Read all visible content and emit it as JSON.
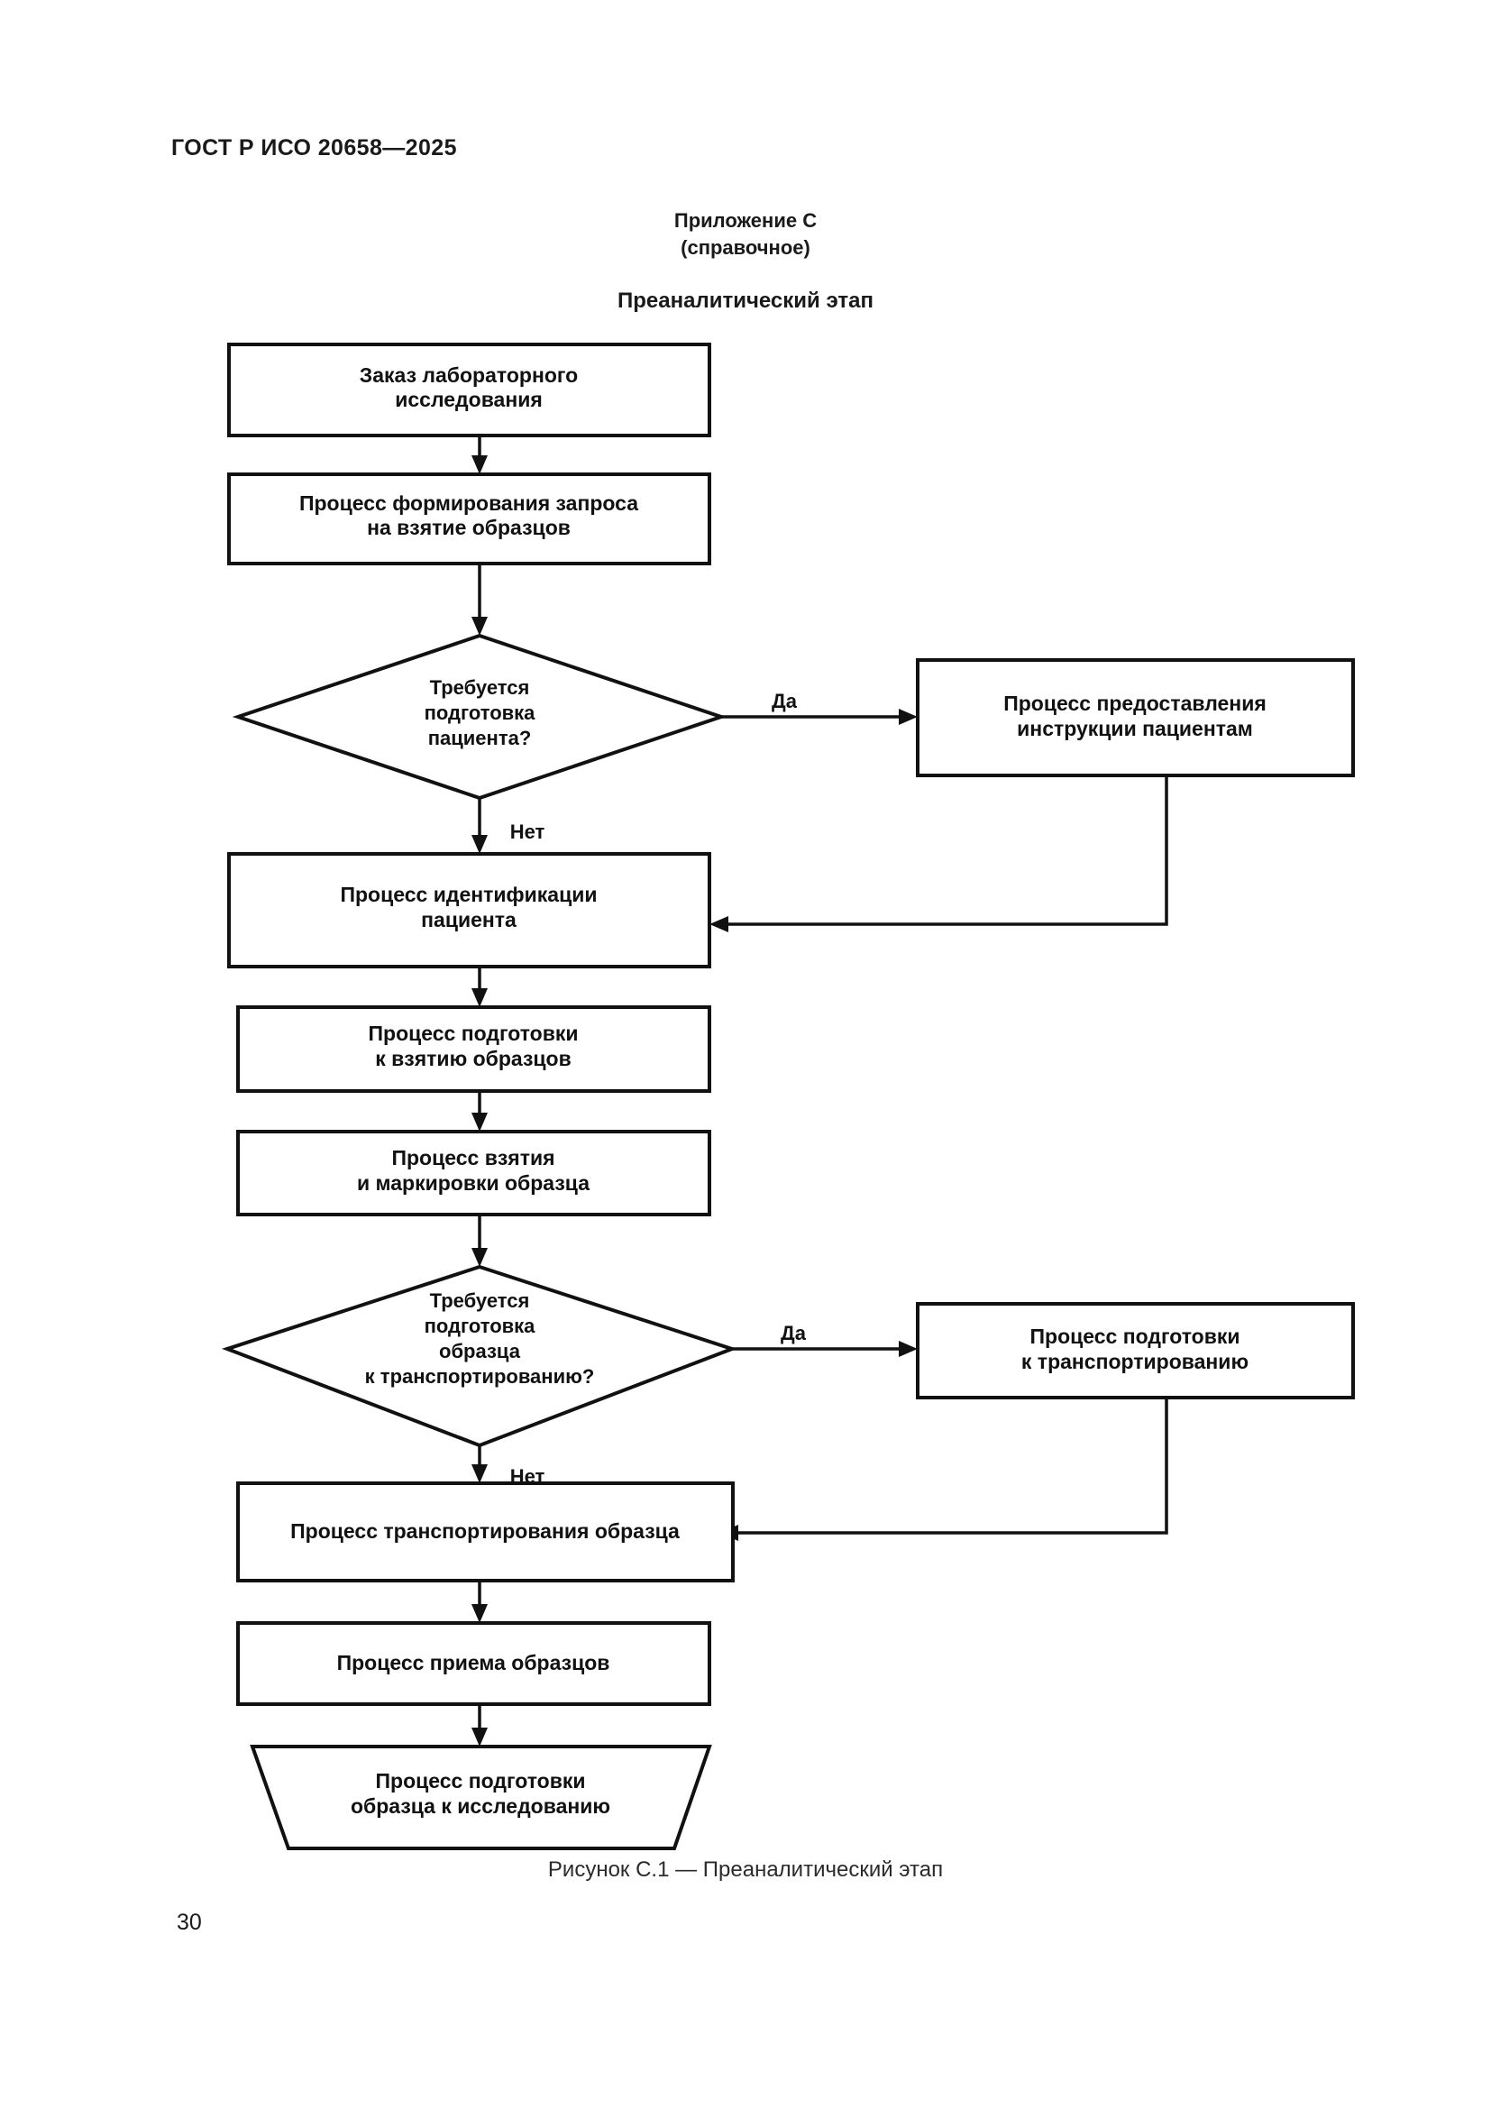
{
  "document": {
    "header": "ГОСТ Р ИСО 20658—2025",
    "page_number": "30"
  },
  "annex": {
    "title": "Приложение С",
    "subtitle": "(справочное)",
    "stage_title": "Преаналитический этап"
  },
  "figure": {
    "caption": "Рисунок С.1 — Преаналитический этап"
  },
  "flowchart": {
    "type": "flowchart",
    "orientation": "top-to-bottom",
    "nodes": [
      {
        "id": "n1",
        "shape": "rectangle",
        "lines": [
          "Заказ лабораторного",
          "исследования"
        ]
      },
      {
        "id": "n2",
        "shape": "rectangle",
        "lines": [
          "Процесс формирования запроса",
          "на взятие образцов"
        ]
      },
      {
        "id": "d1",
        "shape": "diamond",
        "lines": [
          "Требуется",
          "подготовка",
          "пациента?"
        ]
      },
      {
        "id": "n3",
        "shape": "rectangle",
        "lines": [
          "Процесс предоставления",
          "инструкции пациентам"
        ]
      },
      {
        "id": "n4",
        "shape": "rectangle",
        "lines": [
          "Процесс идентификации",
          "пациента"
        ]
      },
      {
        "id": "n5",
        "shape": "rectangle",
        "lines": [
          "Процесс подготовки",
          "к взятию образцов"
        ]
      },
      {
        "id": "n6",
        "shape": "rectangle",
        "lines": [
          "Процесс взятия",
          "и маркировки образца"
        ]
      },
      {
        "id": "d2",
        "shape": "diamond",
        "lines": [
          "Требуется",
          "подготовка",
          "образца",
          "к транспортированию?"
        ]
      },
      {
        "id": "n7",
        "shape": "rectangle",
        "lines": [
          "Процесс подготовки",
          "к транспортированию"
        ]
      },
      {
        "id": "n8",
        "shape": "rectangle",
        "lines": [
          "Процесс транспортирования образца"
        ]
      },
      {
        "id": "n9",
        "shape": "rectangle",
        "lines": [
          "Процесс приема образцов"
        ]
      },
      {
        "id": "n10",
        "shape": "trapezoid",
        "lines": [
          "Процесс подготовки",
          "образца к исследованию"
        ]
      }
    ],
    "labels": {
      "d1_yes": "Да",
      "d1_no": "Нет",
      "d2_yes": "Да",
      "d2_no": "Нет"
    },
    "node_text": {
      "n1_l1": "Заказ лабораторного",
      "n1_l2": "исследования",
      "n2_l1": "Процесс формирования запроса",
      "n2_l2": "на взятие образцов",
      "d1_l1": "Требуется",
      "d1_l2": "подготовка",
      "d1_l3": "пациента?",
      "n3_l1": "Процесс предоставления",
      "n3_l2": "инструкции пациентам",
      "n4_l1": "Процесс идентификации",
      "n4_l2": "пациента",
      "n5_l1": "Процесс подготовки",
      "n5_l2": "к взятию образцов",
      "n6_l1": "Процесс взятия",
      "n6_l2": "и маркировки образца",
      "d2_l1": "Требуется",
      "d2_l2": "подготовка",
      "d2_l3": "образца",
      "d2_l4": "к транспортированию?",
      "n7_l1": "Процесс подготовки",
      "n7_l2": "к транспортированию",
      "n8_l1": "Процесс транспортирования образца",
      "n9_l1": "Процесс приема образцов",
      "n10_l1": "Процесс подготовки",
      "n10_l2": "образца к исследованию"
    },
    "colors": {
      "stroke": "#111111",
      "fill": "#ffffff"
    }
  }
}
